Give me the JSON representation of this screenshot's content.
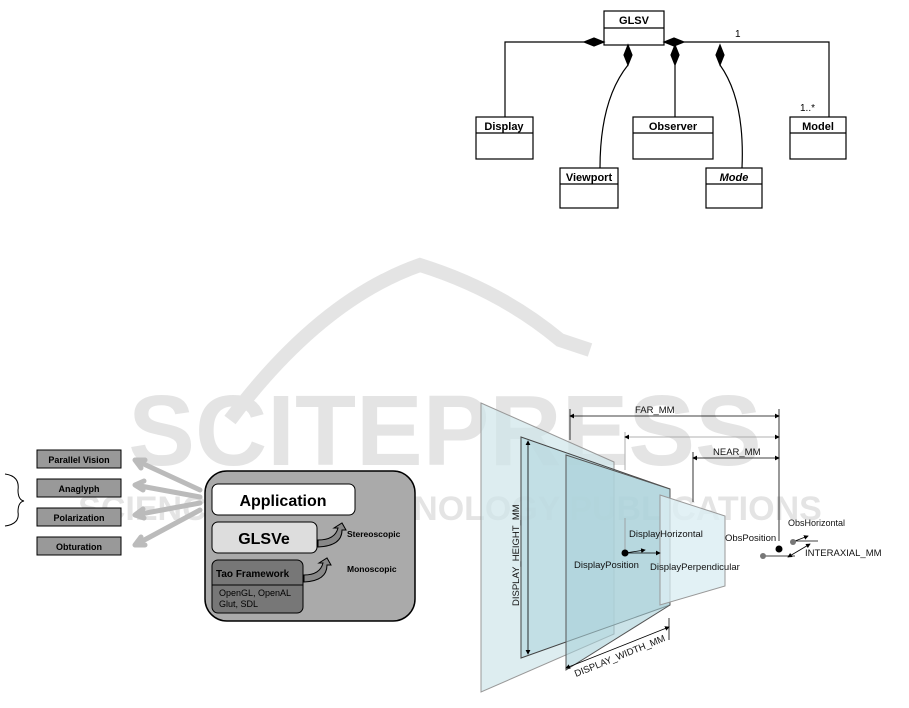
{
  "watermark": {
    "main": "SCITEPRESS",
    "sub": "SCIENCE AND TECHNOLOGY PUBLICATIONS"
  },
  "uml": {
    "root": "GLSV",
    "classes": [
      "Display",
      "Observer",
      "Model",
      "Viewport",
      "Mode"
    ],
    "mult_one": "1",
    "mult_many": "1..*"
  },
  "architecture": {
    "modes": [
      "Parallel Vision",
      "Anaglyph",
      "Polarization",
      "Obturation"
    ],
    "application": "Application",
    "glsve": "GLSVe",
    "tao": "Tao Framework",
    "libs_line1": "OpenGL, OpenAL",
    "libs_line2": "Glut, SDL",
    "stereoscopic": "Stereoscopic",
    "monoscopic": "Monoscopic"
  },
  "frustum": {
    "far": "FAR_MM",
    "near": "NEAR_MM",
    "height": "DISPLAY_HEIGHT_MM",
    "width": "DISPLAY_WIDTH_MM",
    "display_horizontal": "DisplayHorizontal",
    "display_position": "DisplayPosition",
    "display_perpendicular": "DisplayPerpendicular",
    "obs_position": "ObsPosition",
    "obs_horizontal": "ObsHorizontal",
    "interaxial": "INTERAXIAL_MM"
  }
}
